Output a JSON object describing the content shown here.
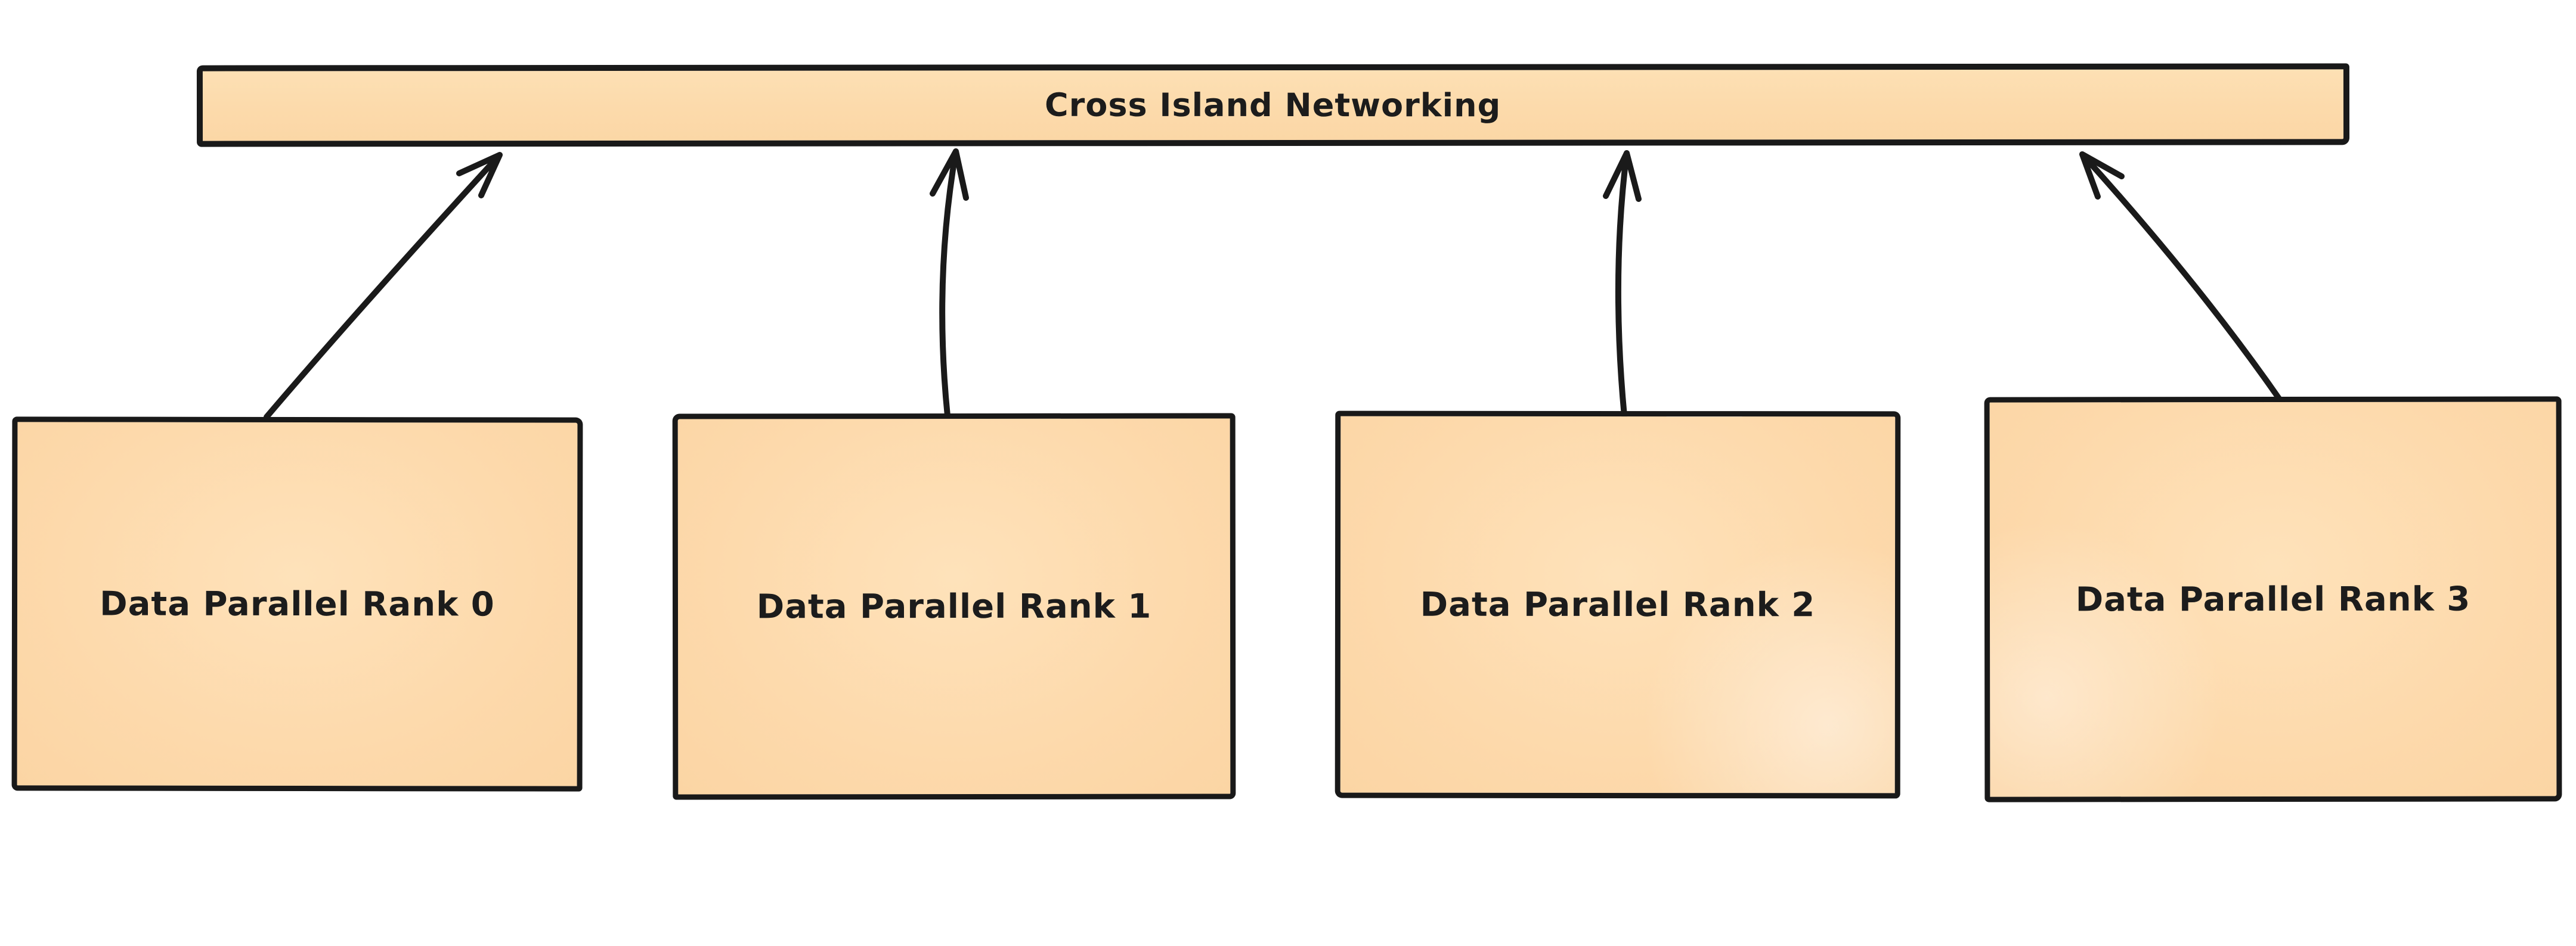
{
  "diagram": {
    "background_color": "#ffffff",
    "stroke_color": "#191919",
    "fill_color": "#fdd9ab",
    "text_color": "#1c1c1c",
    "network_bar": {
      "label": "Cross Island Networking"
    },
    "nodes": [
      {
        "label": "Data Parallel Rank 0"
      },
      {
        "label": "Data Parallel Rank 1"
      },
      {
        "label": "Data Parallel Rank 2"
      },
      {
        "label": "Data Parallel Rank 3"
      }
    ],
    "arrows": [
      {
        "from": "Data Parallel Rank 0",
        "to": "Cross Island Networking",
        "direction": "up"
      },
      {
        "from": "Data Parallel Rank 1",
        "to": "Cross Island Networking",
        "direction": "up"
      },
      {
        "from": "Data Parallel Rank 2",
        "to": "Cross Island Networking",
        "direction": "up"
      },
      {
        "from": "Data Parallel Rank 3",
        "to": "Cross Island Networking",
        "direction": "up"
      }
    ]
  }
}
